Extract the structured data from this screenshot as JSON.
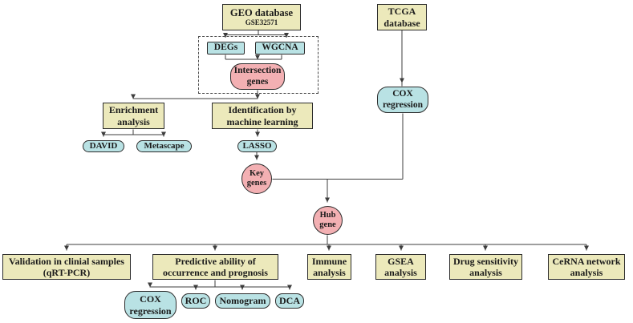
{
  "palette": {
    "node_yellow": "#ece9bb",
    "node_cyan": "#b9e2e4",
    "node_pink": "#f3b0b3",
    "border": "#2b2b2b",
    "connector": "#3d3d3d",
    "background": "#ffffff"
  },
  "nodes": {
    "geo": {
      "title": "GEO database",
      "subtitle": "GSE32571"
    },
    "tcga": {
      "label": "TCGA database"
    },
    "degs": {
      "label": "DEGs"
    },
    "wgcna": {
      "label": "WGCNA"
    },
    "intersection": {
      "label": "Intersection genes"
    },
    "enrichment": {
      "label": "Enrichment analysis"
    },
    "identification": {
      "label": "Identification by machine learning"
    },
    "david": {
      "label": "DAVID"
    },
    "metascape": {
      "label": "Metascape"
    },
    "lasso": {
      "label": "LASSO"
    },
    "cox_top": {
      "label": "COX regression"
    },
    "key_genes": {
      "label": "Key genes"
    },
    "hub_gene": {
      "label": "Hub gene"
    },
    "validation": {
      "label": "Validation in clinial samples (qRT-PCR)"
    },
    "predictive": {
      "label": "Predictive ability of occurrence and prognosis"
    },
    "immune": {
      "label": "Immune analysis"
    },
    "gsea": {
      "label": "GSEA analysis"
    },
    "drug": {
      "label": "Drug sensitivity analysis"
    },
    "cerna": {
      "label": "CeRNA network analysis"
    },
    "cox_bottom": {
      "label": "COX regression"
    },
    "roc": {
      "label": "ROC"
    },
    "nomogram": {
      "label": "Nomogram"
    },
    "dca": {
      "label": "DCA"
    }
  }
}
